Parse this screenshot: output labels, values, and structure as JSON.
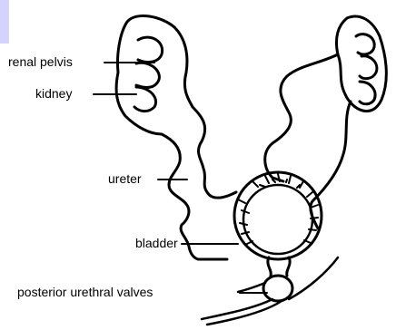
{
  "colors": {
    "accent_strip": "#d4d2ff",
    "ink": "#000000",
    "background": "#ffffff"
  },
  "labels": {
    "renal_pelvis": "renal pelvis",
    "kidney": "kidney",
    "ureter": "ureter",
    "bladder": "bladder",
    "posterior_urethral_valves": "posterior urethral valves"
  }
}
